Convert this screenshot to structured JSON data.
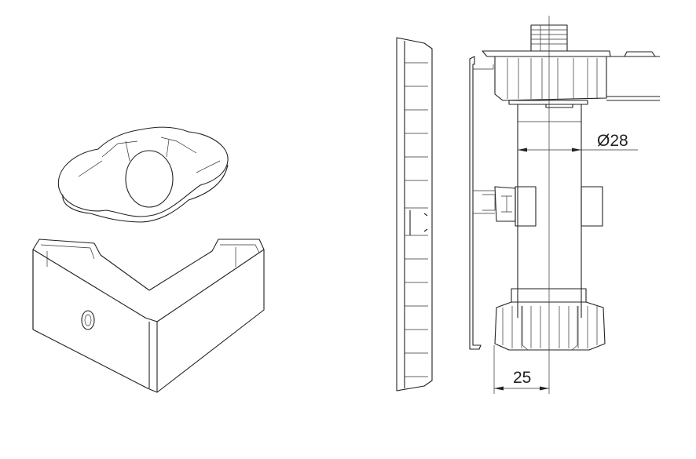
{
  "drawing": {
    "dimensions": {
      "diameter_label": "Ø28",
      "offset_label": "25"
    },
    "parts": [
      "clip",
      "bracket",
      "profile-section",
      "adjustable-leg"
    ]
  },
  "colors": {
    "line": "#222222",
    "background": "#ffffff"
  }
}
